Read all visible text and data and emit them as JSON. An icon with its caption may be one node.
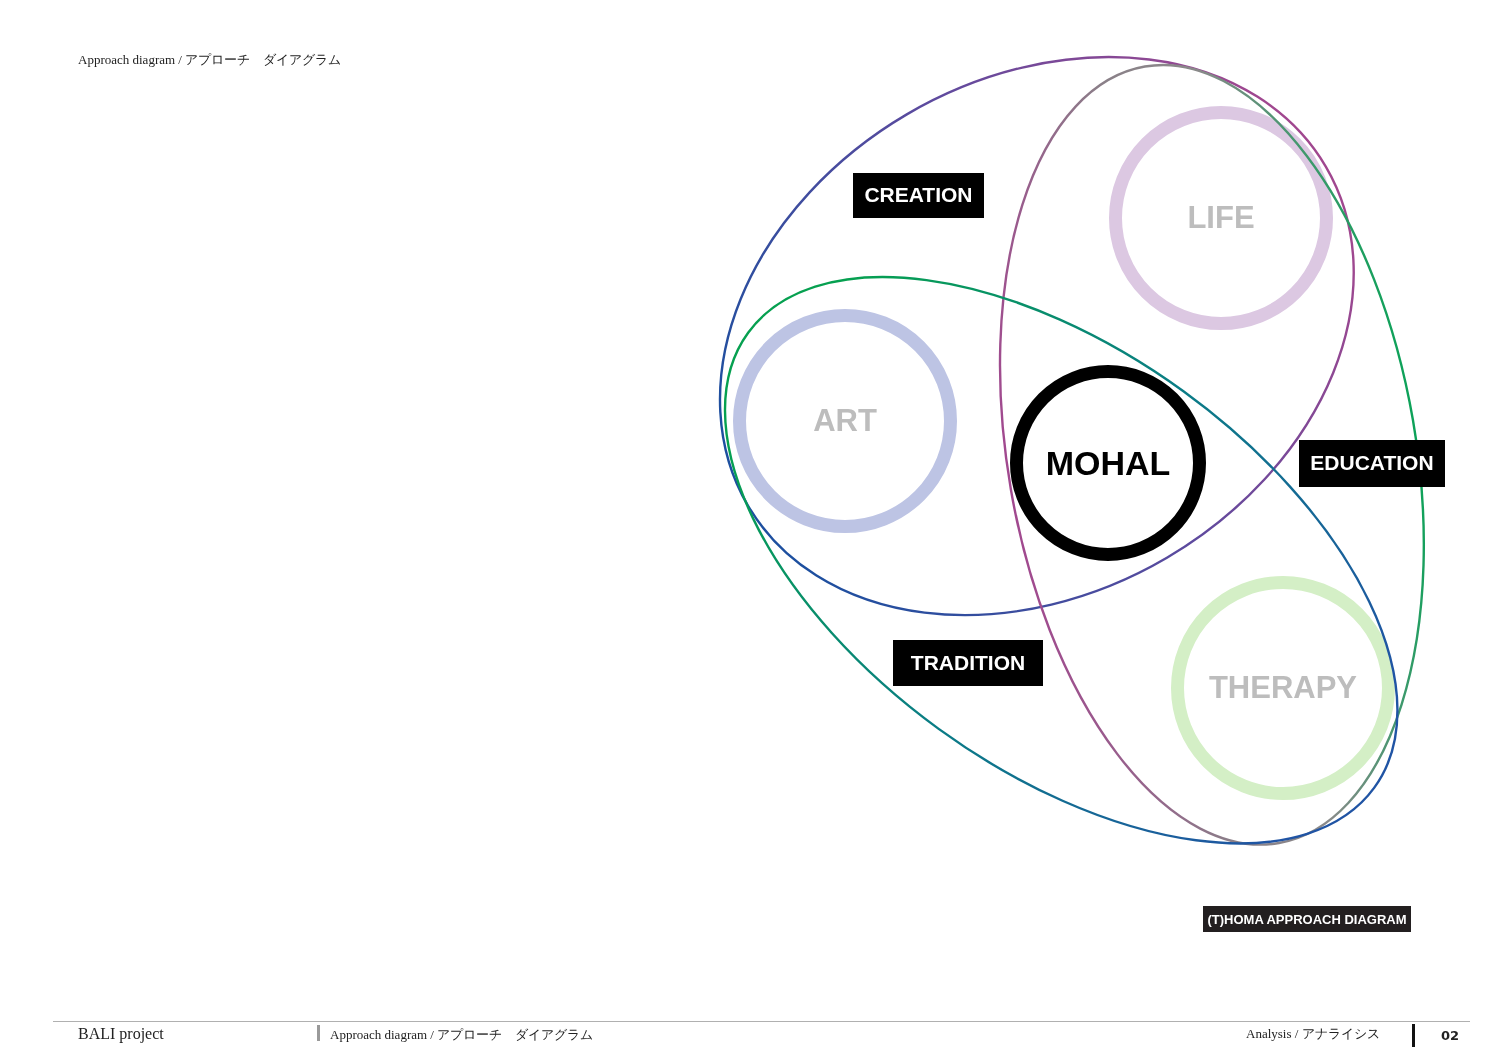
{
  "diagram": {
    "title": "Approach diagram / アプローチ　ダイアグラム",
    "nodes": [
      {
        "text": [
          "CREATION"
        ]
      },
      {
        "text": [
          "EDUCATION"
        ]
      },
      {
        "text": [
          "TRADITION"
        ]
      },
      {
        "text": [
          "LIFE"
        ]
      },
      {
        "text": [
          "ART"
        ]
      },
      {
        "text": [
          "MOHAL"
        ]
      },
      {
        "text": [
          "THERAPY"
        ]
      }
    ],
    "labels": [
      "BALI project",
      "Approach diagram / アプローチ　ダイアグラム",
      "Analysis / アナライシス",
      "02"
    ],
    "caption": "(T)HOMA APPROACH DIAGRAM"
  }
}
